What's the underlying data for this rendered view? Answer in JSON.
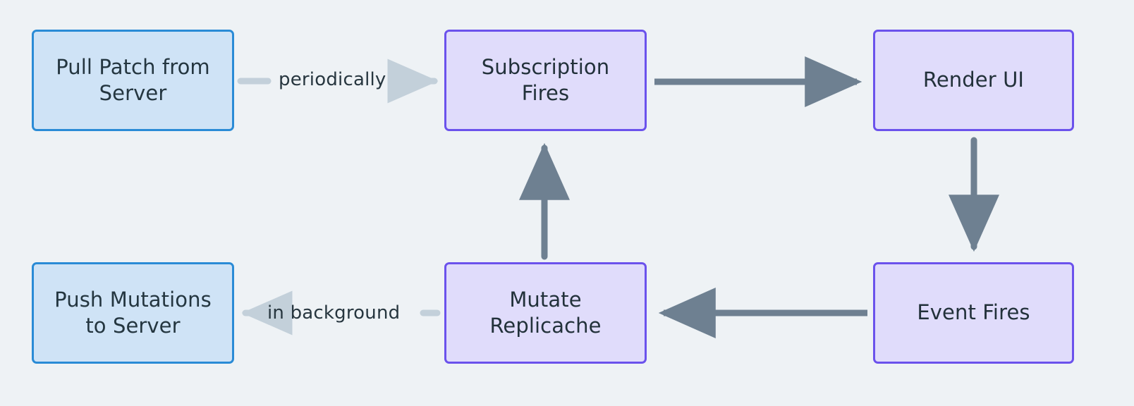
{
  "diagram": {
    "type": "flowchart",
    "background_color": "#eef2f5",
    "node_styles": {
      "blue": {
        "fill": "#cfe3f6",
        "stroke": "#2a8bd6",
        "text": "#243640"
      },
      "purple": {
        "fill": "#e0dcfb",
        "stroke": "#6b52ec",
        "text": "#22313a"
      }
    },
    "edge_colors": {
      "solid_arrow": "#6e8091",
      "label_connector": "#c3d0da"
    },
    "nodes": [
      {
        "id": "pull",
        "label": "Pull Patch from\nServer",
        "style": "blue"
      },
      {
        "id": "push",
        "label": "Push Mutations\nto Server",
        "style": "blue"
      },
      {
        "id": "sub",
        "label": "Subscription\nFires",
        "style": "purple"
      },
      {
        "id": "mutate",
        "label": "Mutate\nReplicache",
        "style": "purple"
      },
      {
        "id": "render",
        "label": "Render UI",
        "style": "purple"
      },
      {
        "id": "event",
        "label": "Event Fires",
        "style": "purple"
      }
    ],
    "edges": [
      {
        "from": "pull",
        "to": "sub",
        "label": "periodically",
        "direction": "right",
        "style": "label-connector"
      },
      {
        "from": "sub",
        "to": "render",
        "label": "",
        "direction": "right",
        "style": "solid"
      },
      {
        "from": "render",
        "to": "event",
        "label": "",
        "direction": "down",
        "style": "solid"
      },
      {
        "from": "event",
        "to": "mutate",
        "label": "",
        "direction": "left",
        "style": "solid"
      },
      {
        "from": "mutate",
        "to": "sub",
        "label": "",
        "direction": "up",
        "style": "solid"
      },
      {
        "from": "mutate",
        "to": "push",
        "label": "in background",
        "direction": "left",
        "style": "label-connector"
      }
    ],
    "labels": {
      "periodically": "periodically",
      "in_background": "in background"
    }
  }
}
